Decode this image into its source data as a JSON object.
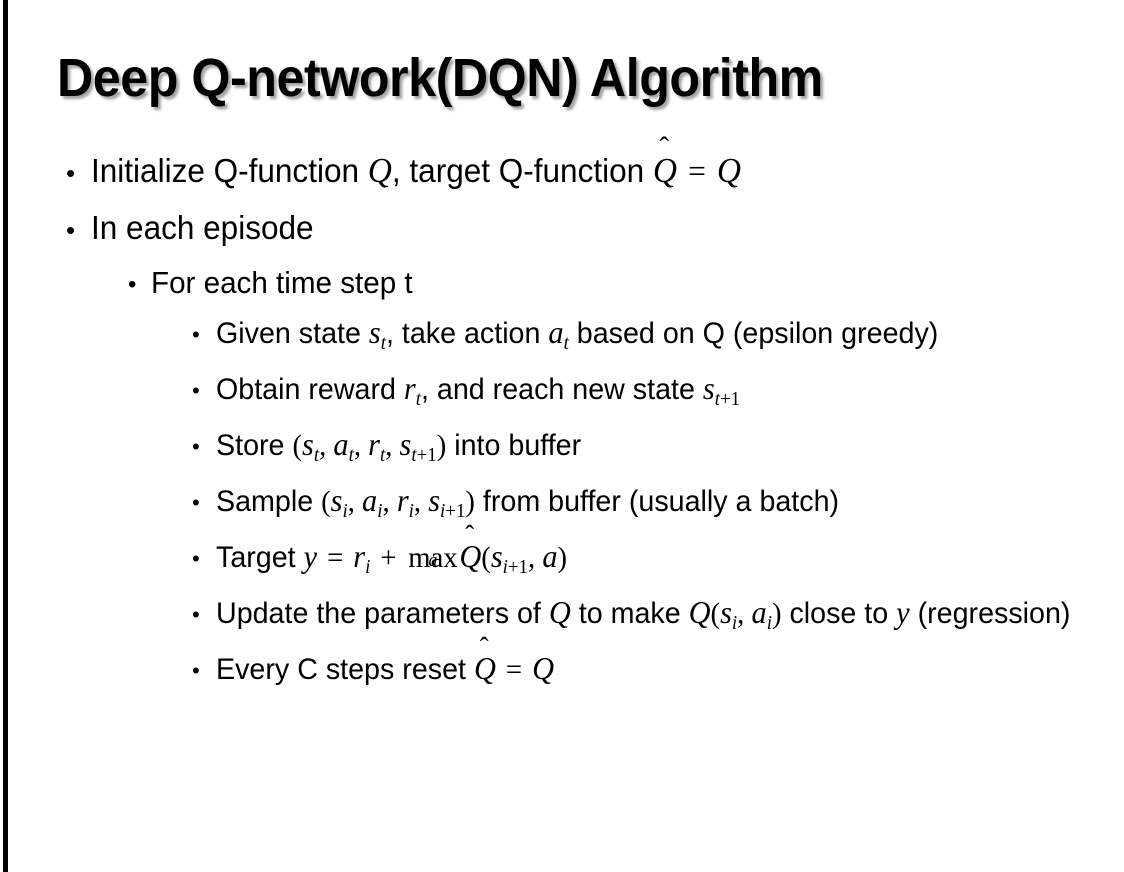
{
  "slide": {
    "title": "Deep Q-network(DQN) Algorithm",
    "background_color": "#ffffff",
    "text_color": "#000000",
    "accent_bar_color": "#000000",
    "bullet_glyph": "•"
  },
  "bullets": [
    {
      "level": 1,
      "plain": "Initialize Q-function Q, target Q-function Q̂ = Q",
      "tokens": [
        {
          "t": "text",
          "v": "Initialize Q-function "
        },
        {
          "t": "var",
          "v": "Q"
        },
        {
          "t": "text",
          "v": ", target Q-function "
        },
        {
          "t": "hatvar",
          "v": "Q"
        },
        {
          "t": "op",
          "v": "="
        },
        {
          "t": "var",
          "v": "Q"
        }
      ]
    },
    {
      "level": 1,
      "plain": "In each episode",
      "tokens": [
        {
          "t": "text",
          "v": "In each episode"
        }
      ]
    },
    {
      "level": 2,
      "plain": "For each time step t",
      "tokens": [
        {
          "t": "text",
          "v": "For each time step t"
        }
      ]
    },
    {
      "level": 3,
      "plain": "Given state s_t, take action a_t based on Q (epsilon greedy)",
      "tokens": [
        {
          "t": "text",
          "v": "Given state "
        },
        {
          "t": "var",
          "v": "s",
          "sub": "t"
        },
        {
          "t": "text",
          "v": ", take action "
        },
        {
          "t": "var",
          "v": "a",
          "sub": "t"
        },
        {
          "t": "text",
          "v": " based on Q (epsilon greedy)"
        }
      ]
    },
    {
      "level": 3,
      "plain": "Obtain reward r_t, and reach new state s_t+1",
      "tokens": [
        {
          "t": "text",
          "v": "Obtain reward "
        },
        {
          "t": "var",
          "v": "r",
          "sub": "t"
        },
        {
          "t": "text",
          "v": ", and reach new state "
        },
        {
          "t": "var",
          "v": "s",
          "sub": "t+1"
        }
      ]
    },
    {
      "level": 3,
      "plain": "Store (s_t, a_t, r_t, s_t+1) into buffer",
      "tokens": [
        {
          "t": "text",
          "v": "Store "
        },
        {
          "t": "rm",
          "v": "("
        },
        {
          "t": "var",
          "v": "s",
          "sub": "t"
        },
        {
          "t": "rm",
          "v": ", "
        },
        {
          "t": "var",
          "v": "a",
          "sub": "t"
        },
        {
          "t": "rm",
          "v": ", "
        },
        {
          "t": "var",
          "v": "r",
          "sub": "t"
        },
        {
          "t": "rm",
          "v": ", "
        },
        {
          "t": "var",
          "v": "s",
          "sub": "t+1"
        },
        {
          "t": "rm",
          "v": ")"
        },
        {
          "t": "text",
          "v": " into buffer"
        }
      ]
    },
    {
      "level": 3,
      "plain": "Sample (s_i, a_i, r_i, s_i+1) from buffer (usually a batch)",
      "tokens": [
        {
          "t": "text",
          "v": "Sample "
        },
        {
          "t": "rm",
          "v": "("
        },
        {
          "t": "var",
          "v": "s",
          "sub": "i"
        },
        {
          "t": "rm",
          "v": ", "
        },
        {
          "t": "var",
          "v": "a",
          "sub": "i"
        },
        {
          "t": "rm",
          "v": ", "
        },
        {
          "t": "var",
          "v": "r",
          "sub": "i"
        },
        {
          "t": "rm",
          "v": ", "
        },
        {
          "t": "var",
          "v": "s",
          "sub": "i+1"
        },
        {
          "t": "rm",
          "v": ")"
        },
        {
          "t": "text",
          "v": " from buffer (usually a batch)"
        }
      ]
    },
    {
      "level": 3,
      "plain": "Target y = r_i + max_a Q̂(s_i+1, a)",
      "tokens": [
        {
          "t": "text",
          "v": "Target "
        },
        {
          "t": "var",
          "v": "y"
        },
        {
          "t": "op",
          "v": "="
        },
        {
          "t": "var",
          "v": "r",
          "sub": "i"
        },
        {
          "t": "op",
          "v": "+"
        },
        {
          "t": "maxop",
          "v": "max",
          "under": "a"
        },
        {
          "t": "hatvar",
          "v": "Q"
        },
        {
          "t": "rm",
          "v": "("
        },
        {
          "t": "var",
          "v": "s",
          "sub": "i+1"
        },
        {
          "t": "rm",
          "v": ", "
        },
        {
          "t": "var",
          "v": "a"
        },
        {
          "t": "rm",
          "v": ")"
        }
      ]
    },
    {
      "level": 3,
      "plain": "Update the parameters of Q to make Q(s_i, a_i) close to y (regression)",
      "tokens": [
        {
          "t": "text",
          "v": "Update the parameters of "
        },
        {
          "t": "var",
          "v": "Q"
        },
        {
          "t": "text",
          "v": " to make "
        },
        {
          "t": "var",
          "v": "Q"
        },
        {
          "t": "rm",
          "v": "("
        },
        {
          "t": "var",
          "v": "s",
          "sub": "i"
        },
        {
          "t": "rm",
          "v": ", "
        },
        {
          "t": "var",
          "v": "a",
          "sub": "i"
        },
        {
          "t": "rm",
          "v": ")"
        },
        {
          "t": "text",
          "v": " close to "
        },
        {
          "t": "var",
          "v": "y"
        },
        {
          "t": "text",
          "v": " (regression)"
        }
      ]
    },
    {
      "level": 3,
      "plain": "Every C steps reset Q̂ = Q",
      "tokens": [
        {
          "t": "text",
          "v": "Every C steps reset "
        },
        {
          "t": "hatvar",
          "v": "Q"
        },
        {
          "t": "op",
          "v": "="
        },
        {
          "t": "var",
          "v": "Q"
        }
      ]
    }
  ]
}
